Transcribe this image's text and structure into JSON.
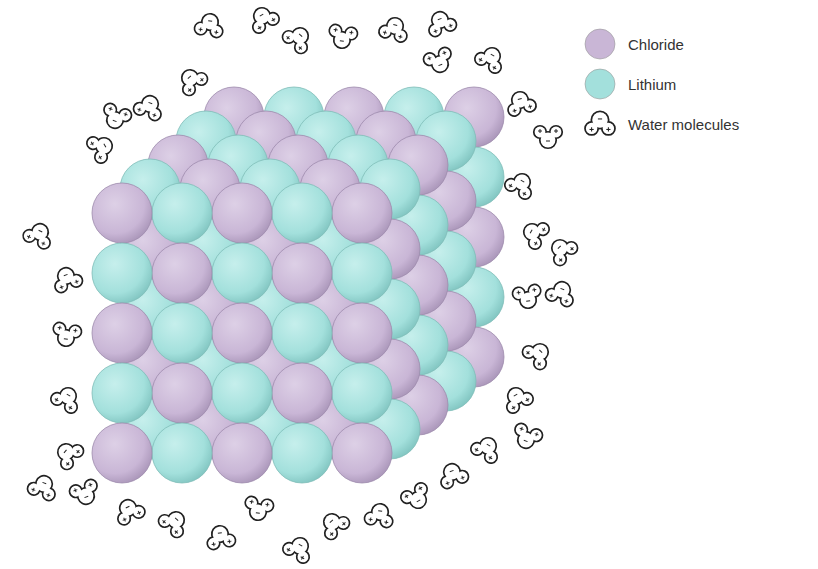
{
  "diagram": {
    "legend": [
      {
        "text": "Chloride",
        "color": "#c9b6d6"
      },
      {
        "text": "Lithium",
        "color": "#a3e0dc"
      },
      {
        "text": "Water molecules"
      }
    ]
  }
}
